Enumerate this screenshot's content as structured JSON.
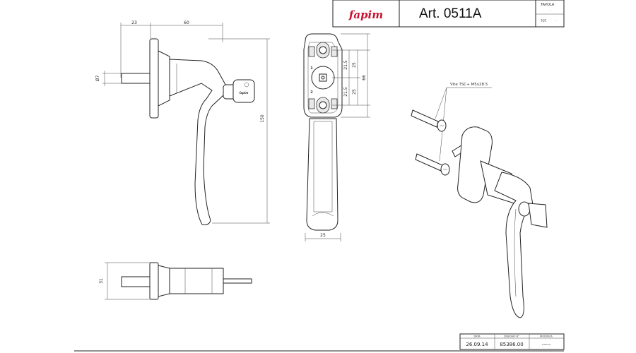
{
  "title_block": {
    "brand": "fapim",
    "article": "Art. 0511A",
    "tavola_label": "TAVOLA",
    "tavola_value": "-",
    "tot_label": "TOT.",
    "tot_value": "-"
  },
  "footer_block": {
    "data_label": "DATA",
    "data_value": "26.09.14",
    "disegno_label": "DISEGNO N°",
    "disegno_value": "85386.00",
    "modifica_label": "MODIFICA",
    "modifica_value": "-----"
  },
  "dimensions": {
    "side_width_left": "23",
    "side_width_right": "60",
    "spindle_dia": "Ø7",
    "total_height": "150",
    "front_top": "25",
    "front_mid_top": "21.5",
    "front_overall": "66",
    "front_mid_bottom": "21.5",
    "front_bottom": "25",
    "front_width": "25",
    "bottom_height": "31"
  },
  "annotations": {
    "screw_label": "Vite TSC+ M5x28.5",
    "key_brand": "fapim",
    "marker_1": "1",
    "marker_2": "2"
  }
}
